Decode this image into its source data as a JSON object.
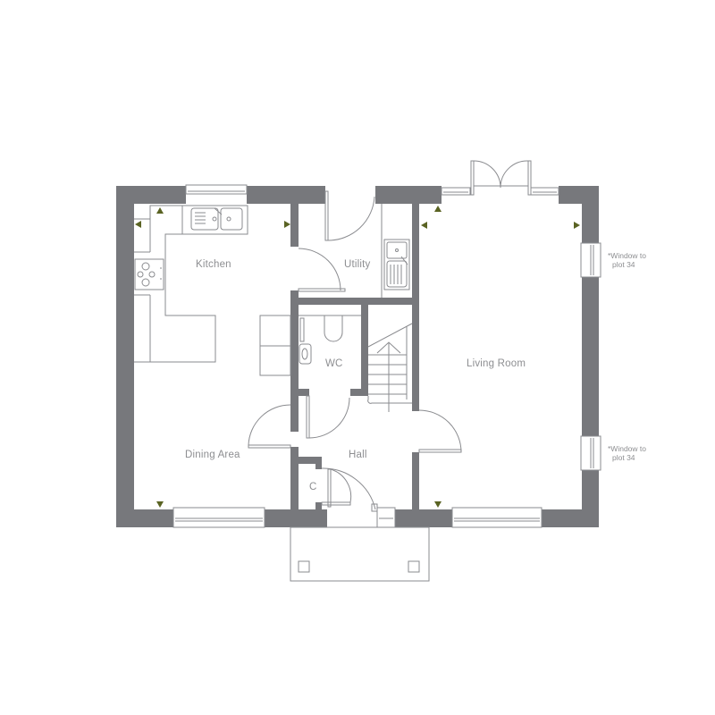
{
  "plan": {
    "rooms": {
      "kitchen": "Kitchen",
      "utility": "Utility",
      "wc": "WC",
      "living_room": "Living Room",
      "dining_area": "Dining Area",
      "hall": "Hall",
      "cupboard": "C"
    },
    "notes": {
      "window_upper_line1": "*Window to",
      "window_upper_line2": "plot 34",
      "window_lower_line1": "*Window to",
      "window_lower_line2": "plot 34"
    },
    "colors": {
      "wall": "#77787c",
      "line": "#8a8b8f",
      "label": "#8d8e91",
      "arrow": "#5a6323",
      "background": "#ffffff"
    }
  }
}
